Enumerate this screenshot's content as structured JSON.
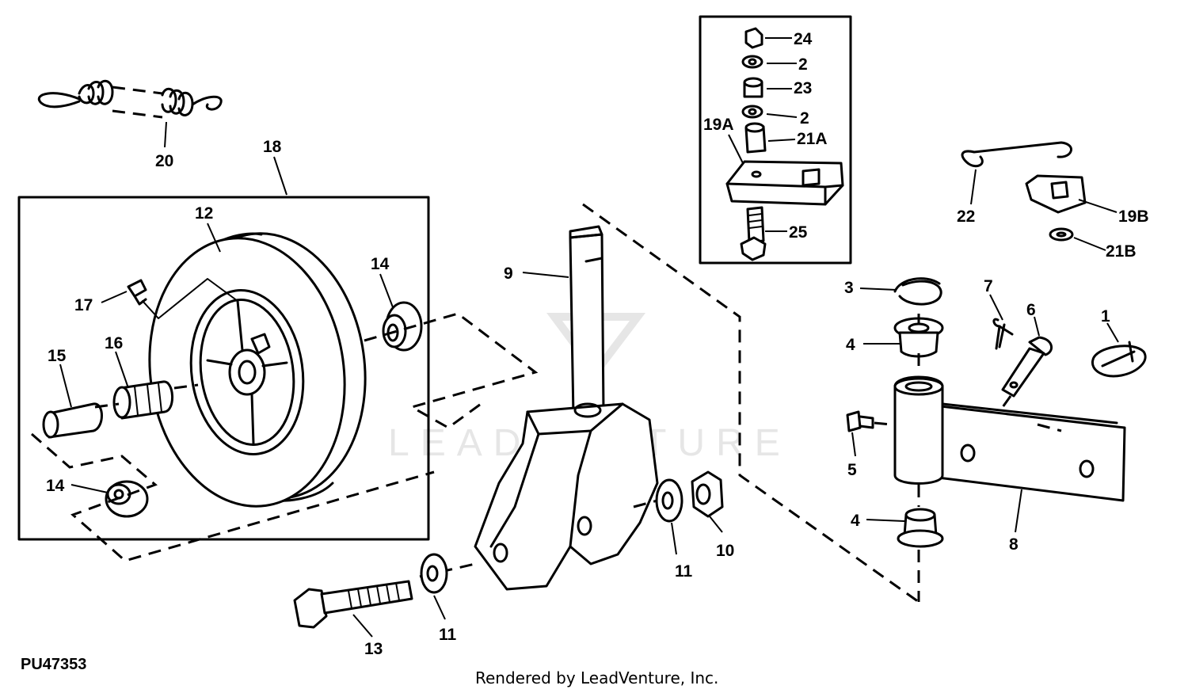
{
  "figure_id": "PU47353",
  "credit": "Rendered by LeadVenture, Inc.",
  "watermark": "LEADVENTURE",
  "callouts": {
    "c1": "1",
    "c2a": "2",
    "c2b": "2",
    "c3": "3",
    "c4a": "4",
    "c4b": "4",
    "c5": "5",
    "c6": "6",
    "c7": "7",
    "c8": "8",
    "c9": "9",
    "c10": "10",
    "c11a": "11",
    "c11b": "11",
    "c12": "12",
    "c13": "13",
    "c14a": "14",
    "c14b": "14",
    "c15": "15",
    "c16": "16",
    "c17": "17",
    "c18": "18",
    "c19a": "19A",
    "c19b": "19B",
    "c20": "20",
    "c21a": "21A",
    "c21b": "21B",
    "c22": "22",
    "c23": "23",
    "c24": "24",
    "c25": "25"
  }
}
